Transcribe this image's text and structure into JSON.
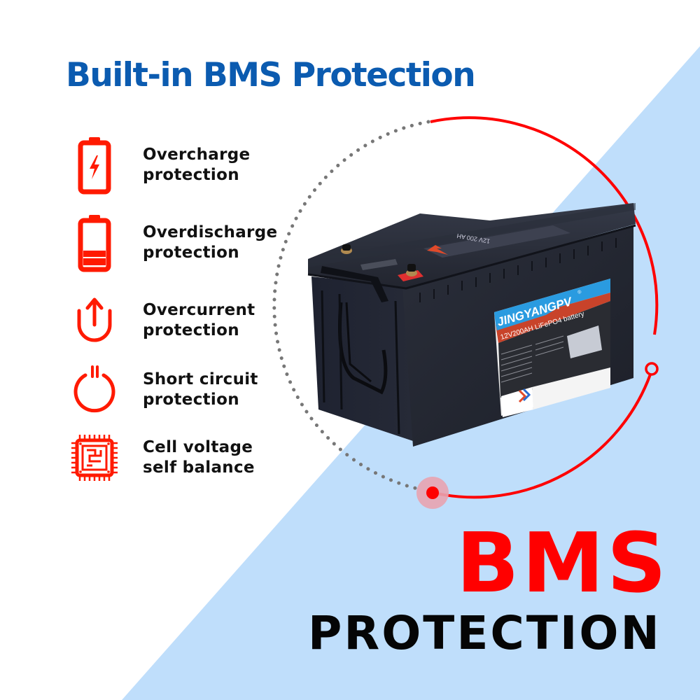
{
  "colors": {
    "heading_blue": "#0b5bb0",
    "accent_red": "#ff0000",
    "background_white": "#ffffff",
    "background_blue": "#bfdefb",
    "text_dark": "#111111",
    "dotted_gray": "#777777"
  },
  "header": {
    "title": "Built-in BMS Protection"
  },
  "features": [
    {
      "icon": "battery-charging-icon",
      "line1": "Overcharge",
      "line2": "protection"
    },
    {
      "icon": "battery-low-icon",
      "line1": "Overdischarge",
      "line2": "protection"
    },
    {
      "icon": "overcurrent-arrow-icon",
      "line1": "Overcurrent",
      "line2": "protection"
    },
    {
      "icon": "power-icon",
      "line1": "Short circuit",
      "line2": "protection"
    },
    {
      "icon": "chip-icon",
      "line1": "Cell voltage",
      "line2": "self balance"
    }
  ],
  "product": {
    "brand": "JINGYANGPV",
    "registered": "®",
    "model": "12V200AH LiFePO4 battery",
    "top_label": "12V 200 AH"
  },
  "footer": {
    "big_title": "BMS",
    "subtitle": "PROTECTION"
  }
}
